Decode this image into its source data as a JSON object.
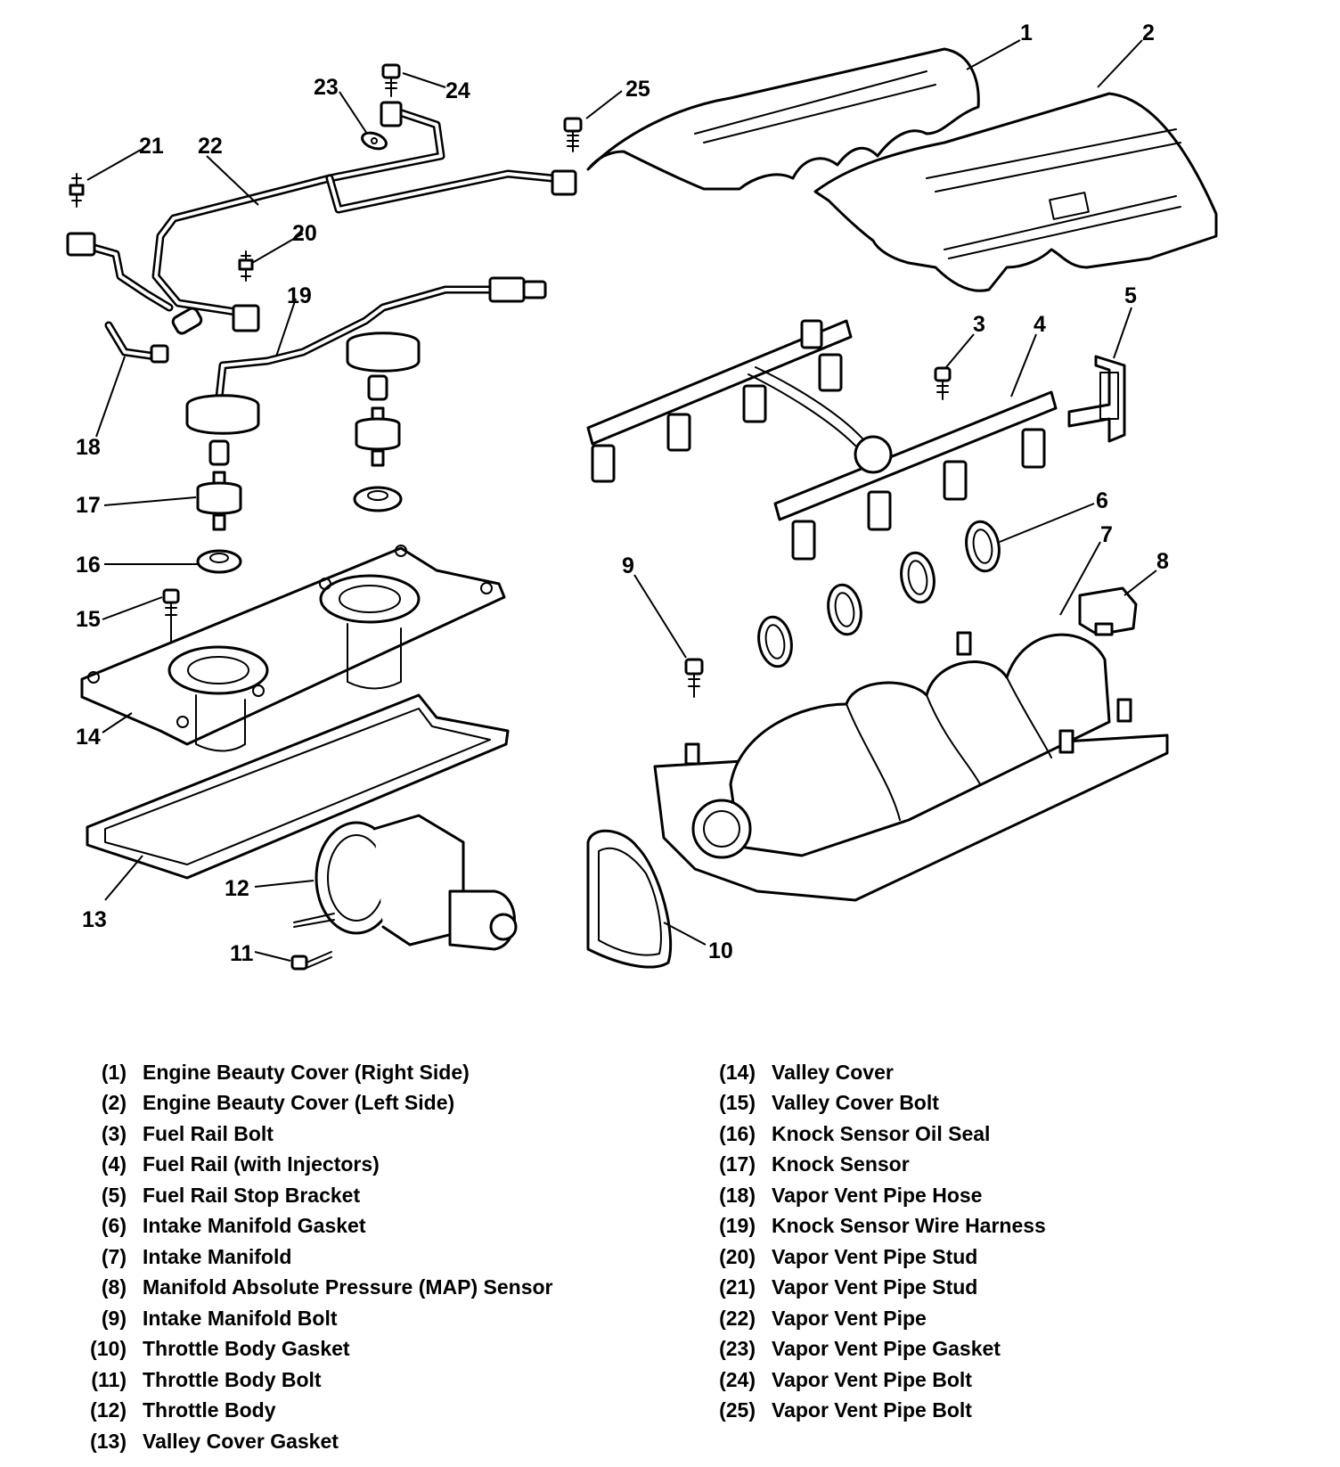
{
  "diagram": {
    "callouts": [
      "1",
      "2",
      "3",
      "4",
      "5",
      "6",
      "7",
      "8",
      "9",
      "10",
      "11",
      "12",
      "13",
      "14",
      "15",
      "16",
      "17",
      "18",
      "19",
      "20",
      "21",
      "22",
      "23",
      "24",
      "25"
    ]
  },
  "legend": {
    "left": [
      {
        "num": "(1)",
        "name": "Engine Beauty Cover (Right Side)"
      },
      {
        "num": "(2)",
        "name": "Engine Beauty Cover (Left Side)"
      },
      {
        "num": "(3)",
        "name": "Fuel Rail Bolt"
      },
      {
        "num": "(4)",
        "name": "Fuel Rail (with Injectors)"
      },
      {
        "num": "(5)",
        "name": "Fuel Rail Stop Bracket"
      },
      {
        "num": "(6)",
        "name": "Intake Manifold Gasket"
      },
      {
        "num": "(7)",
        "name": "Intake Manifold"
      },
      {
        "num": "(8)",
        "name": "Manifold Absolute Pressure (MAP) Sensor"
      },
      {
        "num": "(9)",
        "name": "Intake Manifold Bolt"
      },
      {
        "num": "(10)",
        "name": "Throttle Body Gasket"
      },
      {
        "num": "(11)",
        "name": "Throttle Body Bolt"
      },
      {
        "num": "(12)",
        "name": "Throttle Body"
      },
      {
        "num": "(13)",
        "name": "Valley Cover Gasket"
      }
    ],
    "right": [
      {
        "num": "(14)",
        "name": "Valley Cover"
      },
      {
        "num": "(15)",
        "name": "Valley Cover Bolt"
      },
      {
        "num": "(16)",
        "name": "Knock Sensor Oil Seal"
      },
      {
        "num": "(17)",
        "name": "Knock Sensor"
      },
      {
        "num": "(18)",
        "name": "Vapor Vent Pipe Hose"
      },
      {
        "num": "(19)",
        "name": "Knock Sensor Wire Harness"
      },
      {
        "num": "(20)",
        "name": "Vapor Vent Pipe Stud"
      },
      {
        "num": "(21)",
        "name": "Vapor Vent Pipe Stud"
      },
      {
        "num": "(22)",
        "name": "Vapor Vent Pipe"
      },
      {
        "num": "(23)",
        "name": "Vapor Vent Pipe Gasket"
      },
      {
        "num": "(24)",
        "name": "Vapor Vent Pipe Bolt"
      },
      {
        "num": "(25)",
        "name": "Vapor Vent Pipe Bolt"
      }
    ]
  }
}
